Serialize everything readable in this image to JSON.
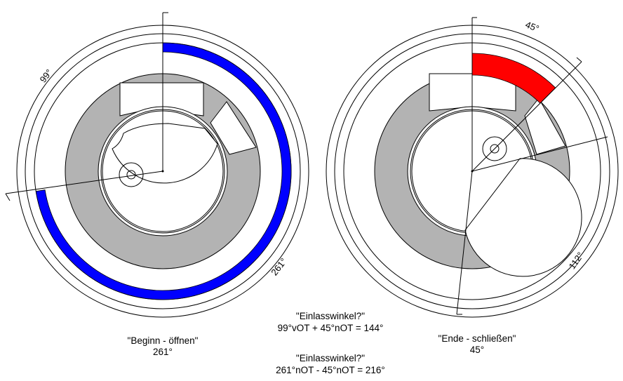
{
  "left": {
    "caption_title": "\"Beginn - öffnen\"",
    "caption_value": "261°",
    "angle_label_a": "99°",
    "angle_label_b": "261°",
    "arc_color": "#0000ff"
  },
  "right": {
    "caption_title": "\"Ende - schließen\"",
    "caption_value": "45°",
    "angle_label_a": "45°",
    "angle_label_b": "112°",
    "arc_color": "#ff0000"
  },
  "center": {
    "q1": "\"Einlasswinkel?\"",
    "formula1": "99°vOT + 45°nOT = 144°",
    "q2": "\"Einlasswinkel?\"",
    "formula2": "261°nOT - 45°nOT = 216°"
  },
  "colors": {
    "gray_fill": "#b3b3b3",
    "line": "#000000"
  }
}
